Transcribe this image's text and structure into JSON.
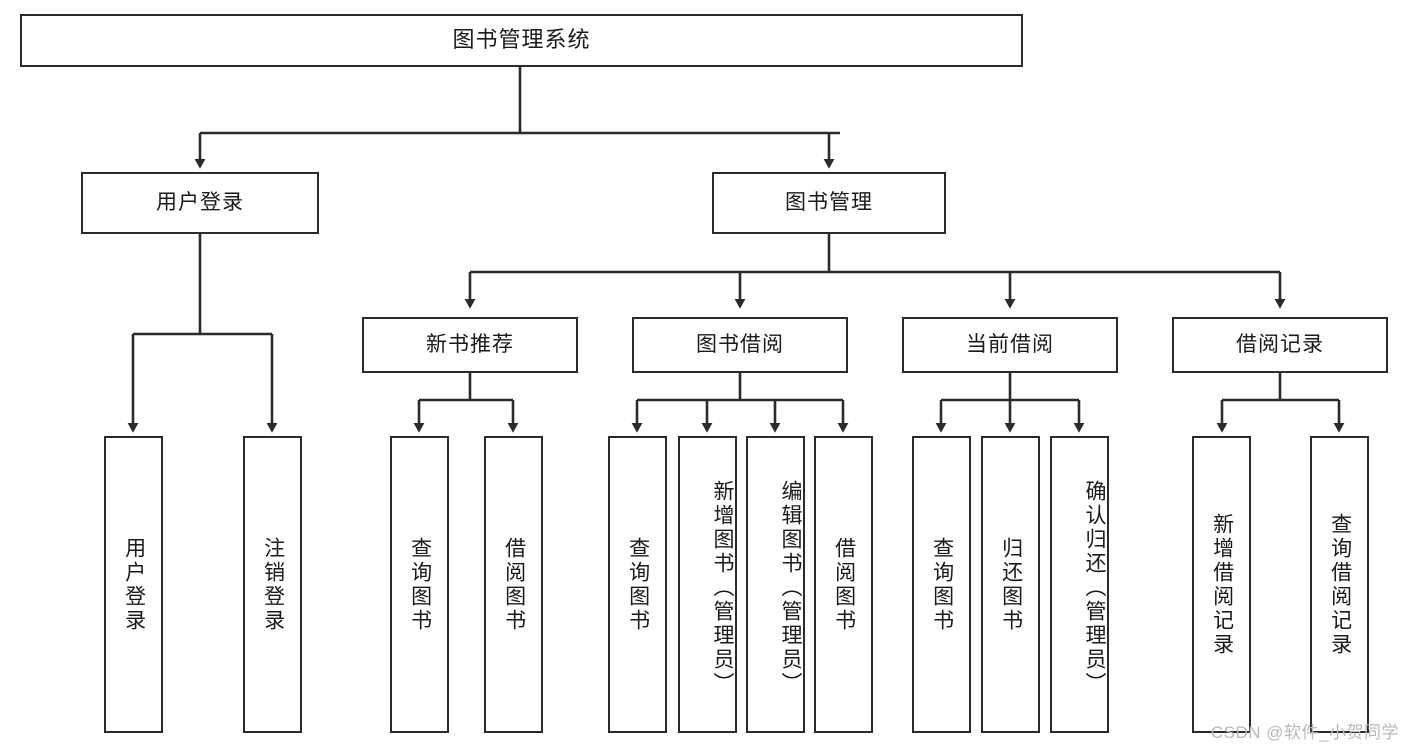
{
  "diagram": {
    "title": "图书管理系统",
    "type": "hierarchy-tree",
    "colors": {
      "node_border": "#2b2b2b",
      "node_fill": "#ffffff",
      "edge": "#2b2b2b",
      "text": "#1a1a1a",
      "watermark": "#b9b9b9",
      "background": "#ffffff"
    }
  },
  "nodes": {
    "root": {
      "label": "图书管理系统"
    },
    "level1": [
      {
        "id": "user-login",
        "label": "用户登录"
      },
      {
        "id": "book-manage",
        "label": "图书管理"
      }
    ],
    "level2": [
      {
        "id": "new-book-recommend",
        "label": "新书推荐"
      },
      {
        "id": "book-borrow",
        "label": "图书借阅"
      },
      {
        "id": "current-borrow",
        "label": "当前借阅"
      },
      {
        "id": "borrow-record",
        "label": "借阅记录"
      }
    ],
    "leaves": {
      "user_login": [
        {
          "id": "leaf-user-login",
          "label": "用户登录"
        },
        {
          "id": "leaf-logout-login",
          "label": "注销登录"
        }
      ],
      "new_book_recommend": [
        {
          "id": "leaf-query-book-1",
          "label": "查询图书"
        },
        {
          "id": "leaf-borrow-book-1",
          "label": "借阅图书"
        }
      ],
      "book_borrow": [
        {
          "id": "leaf-query-book-2",
          "label": "查询图书"
        },
        {
          "id": "leaf-add-book",
          "label": "新增图书（管理员）"
        },
        {
          "id": "leaf-edit-book",
          "label": "编辑图书（管理员）"
        },
        {
          "id": "leaf-borrow-book-2",
          "label": "借阅图书"
        }
      ],
      "current_borrow": [
        {
          "id": "leaf-query-book-3",
          "label": "查询图书"
        },
        {
          "id": "leaf-return-book",
          "label": "归还图书"
        },
        {
          "id": "leaf-confirm-return",
          "label": "确认归还（管理员）"
        }
      ],
      "borrow_record": [
        {
          "id": "leaf-add-record",
          "label": "新增借阅记录"
        },
        {
          "id": "leaf-query-record",
          "label": "查询借阅记录"
        }
      ]
    }
  },
  "watermark": {
    "text": "CSDN @软件_小贺同学"
  }
}
